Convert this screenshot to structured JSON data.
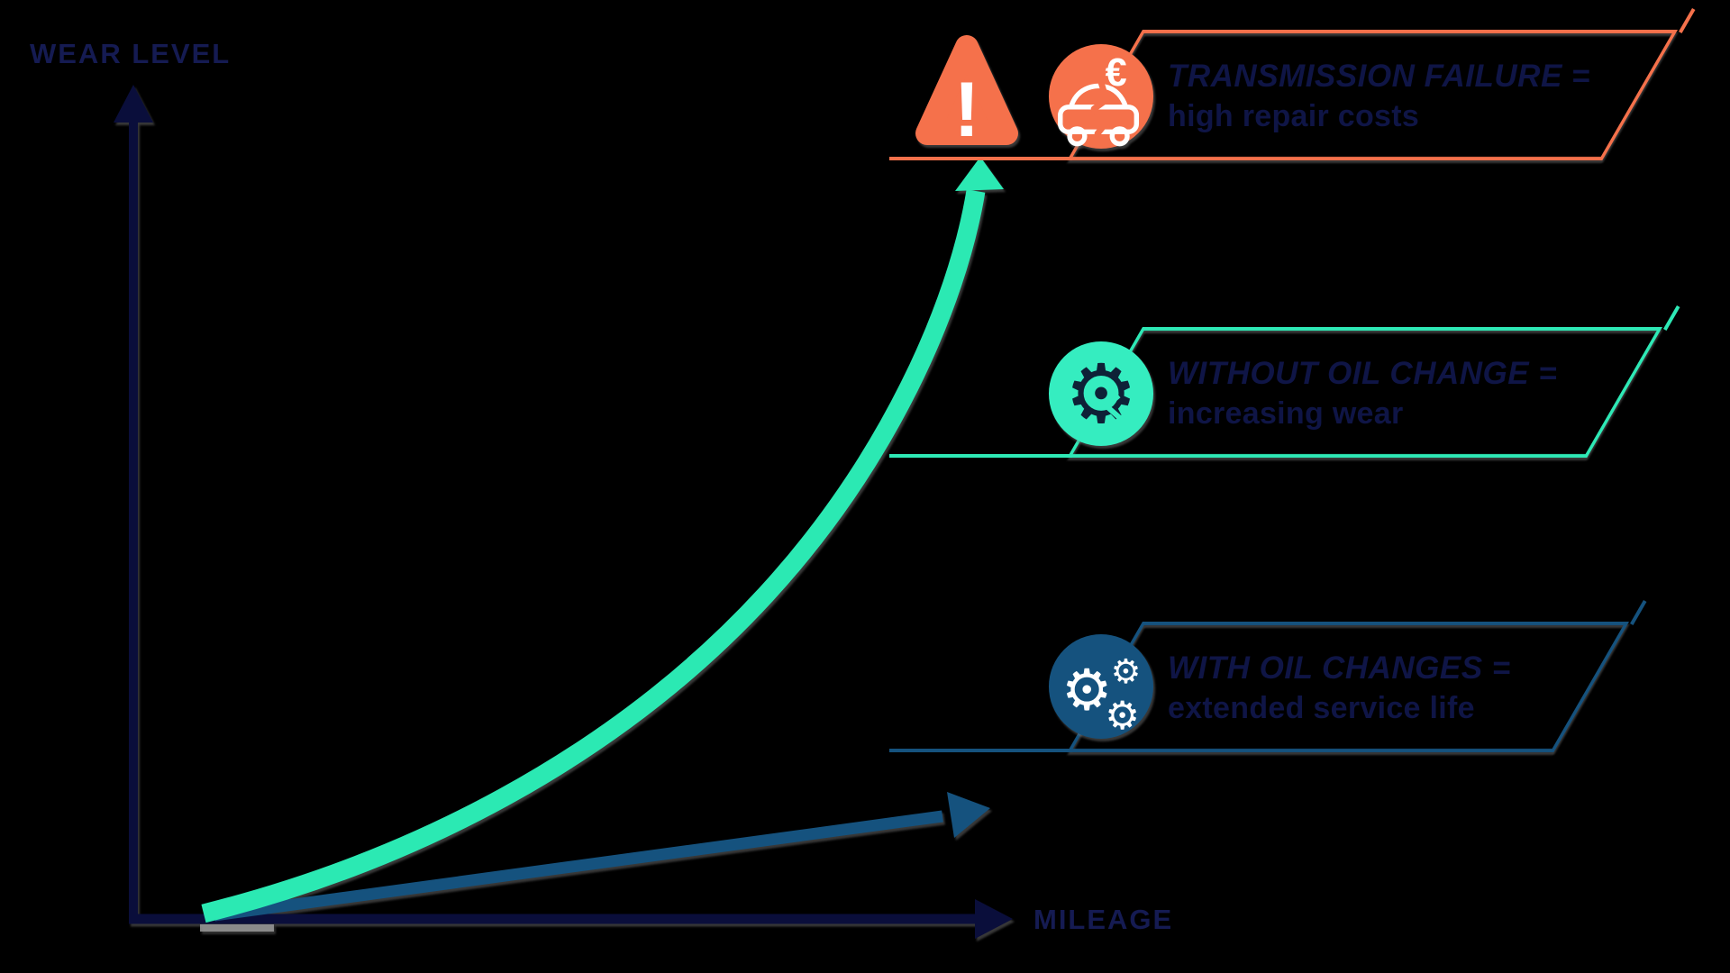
{
  "chart_data": {
    "type": "line",
    "title": "",
    "xlabel": "MILEAGE",
    "ylabel": "WEAR LEVEL",
    "x_axis": {
      "min": 0,
      "max": 100,
      "ticks": [],
      "grid": false
    },
    "y_axis": {
      "min": 0,
      "max": 100,
      "ticks": [],
      "grid": false
    },
    "series": [
      {
        "name": "WITHOUT OIL CHANGE = increasing wear",
        "color": "#2BE9B3",
        "style": "thick arrow curve, exponential rise ending at failure warning",
        "x": [
          0,
          25,
          50,
          75,
          90,
          100
        ],
        "y": [
          0,
          8,
          20,
          46,
          70,
          100
        ]
      },
      {
        "name": "WITH OIL CHANGES = extended service life",
        "color": "#15527E",
        "style": "thin straight arrow, shallow linear rise",
        "x": [
          0,
          25,
          50,
          75,
          100
        ],
        "y": [
          0,
          3,
          7,
          10,
          14
        ]
      }
    ],
    "failure_marker": {
      "symbol": "!",
      "icon": "warning-triangle-icon",
      "position": "top end of without-oil-change curve"
    },
    "legend_position": "right"
  },
  "legend": {
    "items": [
      {
        "title": "TRANSMISSION FAILURE =",
        "subtitle": "high repair costs",
        "accent_color": "#F5714B",
        "icon": "car-crash-euro-icon",
        "badge_symbol": "€"
      },
      {
        "title": "WITHOUT OIL CHANGE =",
        "subtitle": "increasing wear",
        "accent_color": "#2EE9B6",
        "icon": "broken-gear-icon",
        "badge_symbol": "⚙"
      },
      {
        "title": "WITH OIL CHANGES =",
        "subtitle": "extended service life",
        "accent_color": "#15527E",
        "icon": "gears-icon",
        "badge_symbol": "⚙"
      }
    ]
  },
  "colors": {
    "background": "#000000",
    "navy_text": "#10164A",
    "axis": "#0A0E3B",
    "orange": "#F5714B",
    "teal": "#2EE9B6",
    "blue": "#15527E",
    "white": "#FFFFFF",
    "shadow_gray": "#9B9B9B"
  }
}
